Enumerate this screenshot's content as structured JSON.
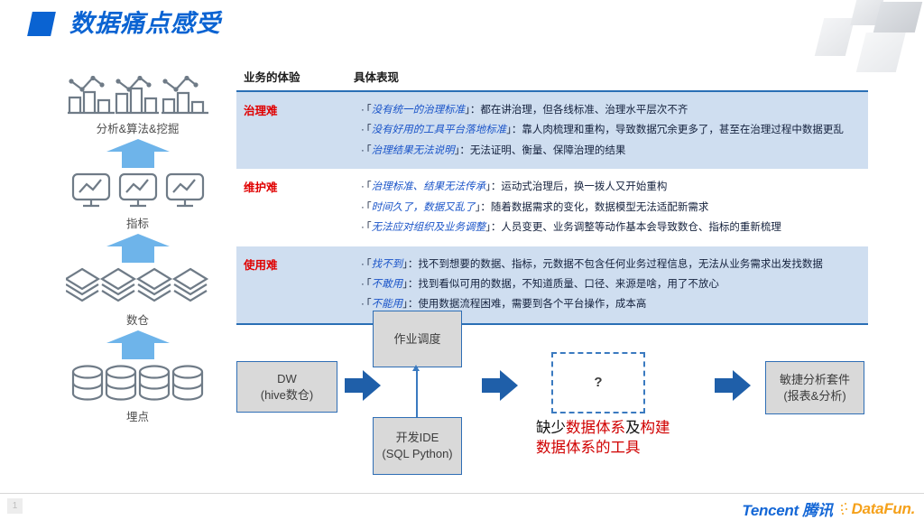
{
  "slide": {
    "title": "数据痛点感受",
    "accent_color": "#0a63d2",
    "page_number": "1"
  },
  "pipeline": {
    "stages": [
      {
        "icon": "bar-chart-icon",
        "label": "分析&算法&挖掘"
      },
      {
        "icon": "monitor-icon",
        "label": "指标"
      },
      {
        "icon": "layers-icon",
        "label": "数仓"
      },
      {
        "icon": "database-icon",
        "label": "埋点"
      }
    ]
  },
  "table": {
    "headers": [
      "业务的体验",
      "具体表现"
    ],
    "rows": [
      {
        "category": "治理难",
        "shaded": true,
        "items": [
          {
            "quoted": "没有统一的治理标准",
            "rest": "：都在讲治理，但各线标准、治理水平层次不齐"
          },
          {
            "quoted": "没有好用的工具平台落地标准",
            "rest": "：靠人肉梳理和重构，导致数据冗余更多了，甚至在治理过程中数据更乱"
          },
          {
            "quoted": "治理结果无法说明",
            "rest": "：无法证明、衡量、保障治理的结果"
          }
        ]
      },
      {
        "category": "维护难",
        "shaded": false,
        "items": [
          {
            "quoted": "治理标准、结果无法传承",
            "rest": "：运动式治理后，换一拨人又开始重构"
          },
          {
            "quoted": "时间久了，数据又乱了",
            "rest": "：随着数据需求的变化，数据模型无法适配新需求"
          },
          {
            "quoted": "无法应对组织及业务调整",
            "rest": "：人员变更、业务调整等动作基本会导致数仓、指标的重新梳理"
          }
        ]
      },
      {
        "category": "使用难",
        "shaded": true,
        "items": [
          {
            "quoted": "找不到",
            "rest": "：找不到想要的数据、指标，元数据不包含任何业务过程信息，无法从业务需求出发找数据"
          },
          {
            "quoted": "不敢用",
            "rest": "：找到看似可用的数据，不知道质量、口径、来源是啥，用了不放心"
          },
          {
            "quoted": "不能用",
            "rest": "：使用数据流程困难，需要到各个平台操作，成本高"
          }
        ]
      }
    ],
    "quote_color": "#1a54c8",
    "category_color": "#e00000",
    "shade_color": "#cfdef0"
  },
  "flow": {
    "boxes": {
      "dw": "DW\n(hive数仓)",
      "dw_line1": "DW",
      "dw_line2": "(hive数仓)",
      "scheduler": "作业调度",
      "ide_line1": "开发IDE",
      "ide_line2": "(SQL Python)",
      "question": "?",
      "agile_line1": "敏捷分析套件",
      "agile_line2": "(报表&分析)"
    },
    "note": {
      "l1_black": "缺少",
      "l1_red_a": "数据体系",
      "l1_black_b": "及",
      "l1_red_b": "构建",
      "l2_red": "数据体系的工具",
      "color": "#d00000"
    }
  },
  "footer": {
    "tencent": "Tencent 腾讯",
    "datafun": "DataFun.",
    "tencent_color": "#1467d6",
    "datafun_color": "#f5a11b"
  }
}
